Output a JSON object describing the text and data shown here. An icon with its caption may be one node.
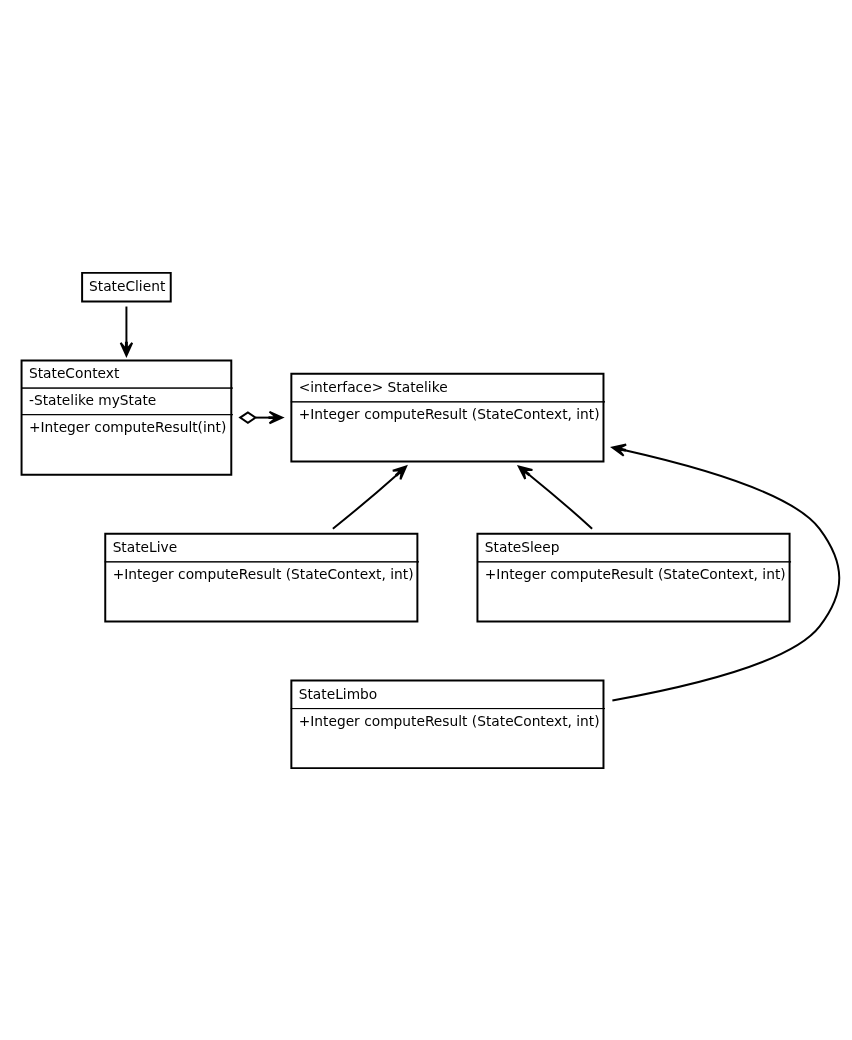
{
  "diagram": {
    "nodes": [
      {
        "text": [
          "StateClient"
        ]
      },
      {
        "text": [
          "StateContext",
          "-Statelike myState",
          "+Integer computeResult(int)"
        ]
      },
      {
        "text": [
          "<interface> Statelike",
          "+Integer computeResult (StateContext, int)"
        ]
      },
      {
        "text": [
          "StateLive",
          "+Integer computeResult (StateContext, int)"
        ]
      },
      {
        "text": [
          "StateSleep",
          "+Integer computeResult (StateContext, int)"
        ]
      },
      {
        "text": [
          "StateLimbo",
          "+Integer computeResult (StateContext, int)"
        ]
      }
    ],
    "edges": [
      {
        "from": 0,
        "to": 1,
        "arrow": "to"
      },
      {
        "from": 1,
        "to": 2,
        "arrow": "to"
      },
      {
        "from": 3,
        "to": 2,
        "arrow": "to"
      },
      {
        "from": 5,
        "to": 2,
        "arrow": "to"
      },
      {
        "from": 4,
        "to": 2,
        "arrow": "to"
      }
    ]
  }
}
